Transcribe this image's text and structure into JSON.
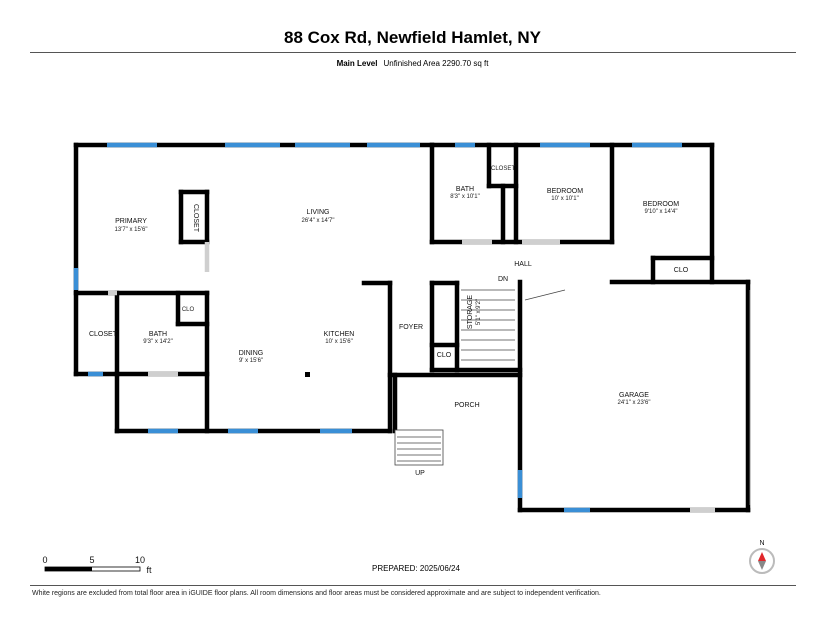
{
  "header": {
    "title": "88 Cox Rd, Newfield Hamlet, NY",
    "level": "Main Level",
    "area": "Unfinished Area 2290.70 sq ft"
  },
  "rooms": {
    "primary": {
      "name": "PRIMARY",
      "dim": "13'7\" x 15'6\""
    },
    "closet_primary": {
      "name": "CLOSET"
    },
    "living": {
      "name": "LIVING",
      "dim": "26'4\" x 14'7\""
    },
    "bath_upper": {
      "name": "BATH",
      "dim": "8'3\" x 10'1\""
    },
    "closet_upper": {
      "name": "CLOSET"
    },
    "bedroom1": {
      "name": "BEDROOM",
      "dim": "10' x 10'1\""
    },
    "bedroom2": {
      "name": "BEDROOM",
      "dim": "9'10\" x 14'4\""
    },
    "hall": {
      "name": "HALL"
    },
    "dn": {
      "name": "DN"
    },
    "clo_bed": {
      "name": "CLO"
    },
    "closet_left": {
      "name": "CLOSET"
    },
    "bath_lower": {
      "name": "BATH",
      "dim": "9'3\" x 14'2\""
    },
    "clo_bath": {
      "name": "CLO"
    },
    "dining": {
      "name": "DINING",
      "dim": "9' x 15'6\""
    },
    "kitchen": {
      "name": "KITCHEN",
      "dim": "10' x 15'6\""
    },
    "foyer": {
      "name": "FOYER"
    },
    "storage": {
      "name": "STORAGE",
      "dim": "5'1\" x 9'2\""
    },
    "clo_foyer": {
      "name": "CLO"
    },
    "garage": {
      "name": "GARAGE",
      "dim": "24'1\" x 23'6\""
    },
    "porch": {
      "name": "PORCH"
    },
    "up": {
      "name": "UP"
    }
  },
  "scale_bar": {
    "labels": [
      "0",
      "5",
      "10"
    ],
    "unit": "ft"
  },
  "compass": {
    "label": "N"
  },
  "prepared": "PREPARED: 2025/06/24",
  "footer": "White regions are excluded from total floor area in iGUIDE floor plans. All room dimensions and floor areas must be considered approximate and are subject to independent verification.",
  "colors": {
    "wall": "#000000",
    "window": "#3a8fd6",
    "door": "#c8c8c8",
    "compass": "#e0262a"
  }
}
